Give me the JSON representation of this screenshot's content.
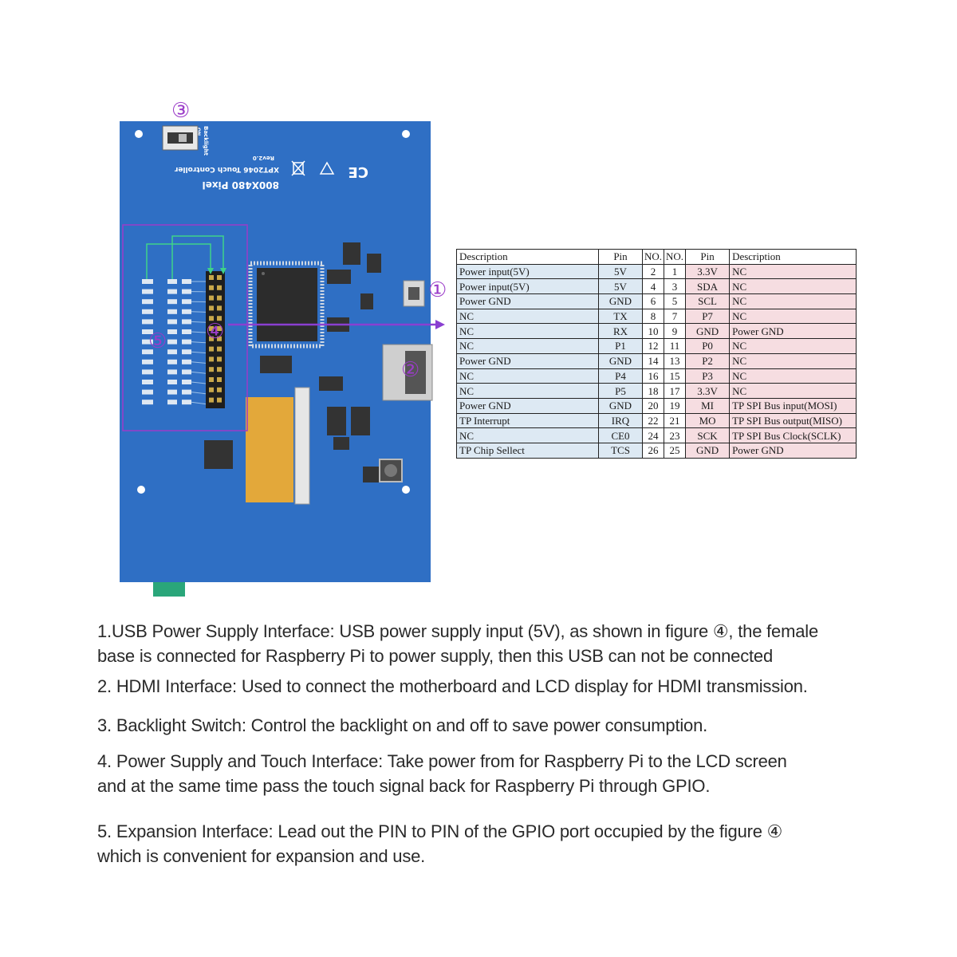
{
  "board": {
    "resolution_label": "800X480 Pixel",
    "controller_label": "XPT2046 Touch Controller",
    "rev_label": "Rev2.0",
    "switch_label": "Backlight",
    "switch_sublabel": "ON",
    "ce_mark": "CE"
  },
  "callouts": [
    "①",
    "②",
    "③",
    "④",
    "⑤"
  ],
  "colors": {
    "board": "#2f6fc4",
    "callout": "#9b3cc9",
    "arrow": "#8a3fd1",
    "guide": "#3fd38a",
    "table_left": "#dde9f3",
    "table_right": "#f6dde1"
  },
  "pin_table": {
    "headers": [
      "Description",
      "Pin",
      "NO.",
      "NO.",
      "Pin",
      "Description"
    ],
    "rows": [
      {
        "desc_l": "Power input(5V)",
        "pin_l": "5V",
        "no_l": "2",
        "no_r": "1",
        "pin_r": "3.3V",
        "desc_r": "NC"
      },
      {
        "desc_l": "Power input(5V)",
        "pin_l": "5V",
        "no_l": "4",
        "no_r": "3",
        "pin_r": "SDA",
        "desc_r": "NC"
      },
      {
        "desc_l": "Power GND",
        "pin_l": "GND",
        "no_l": "6",
        "no_r": "5",
        "pin_r": "SCL",
        "desc_r": "NC"
      },
      {
        "desc_l": "NC",
        "pin_l": "TX",
        "no_l": "8",
        "no_r": "7",
        "pin_r": "P7",
        "desc_r": "NC"
      },
      {
        "desc_l": "NC",
        "pin_l": "RX",
        "no_l": "10",
        "no_r": "9",
        "pin_r": "GND",
        "desc_r": "Power GND"
      },
      {
        "desc_l": "NC",
        "pin_l": "P1",
        "no_l": "12",
        "no_r": "11",
        "pin_r": "P0",
        "desc_r": "NC"
      },
      {
        "desc_l": "Power GND",
        "pin_l": "GND",
        "no_l": "14",
        "no_r": "13",
        "pin_r": "P2",
        "desc_r": "NC"
      },
      {
        "desc_l": "NC",
        "pin_l": "P4",
        "no_l": "16",
        "no_r": "15",
        "pin_r": "P3",
        "desc_r": "NC"
      },
      {
        "desc_l": "NC",
        "pin_l": "P5",
        "no_l": "18",
        "no_r": "17",
        "pin_r": "3.3V",
        "desc_r": "NC"
      },
      {
        "desc_l": "Power GND",
        "pin_l": "GND",
        "no_l": "20",
        "no_r": "19",
        "pin_r": "MI",
        "desc_r": "TP SPI Bus input(MOSI)"
      },
      {
        "desc_l": "TP Interrupt",
        "pin_l": "IRQ",
        "no_l": "22",
        "no_r": "21",
        "pin_r": "MO",
        "desc_r": "TP SPI Bus output(MISO)"
      },
      {
        "desc_l": "NC",
        "pin_l": "CE0",
        "no_l": "24",
        "no_r": "23",
        "pin_r": "SCK",
        "desc_r": "TP SPI Bus Clock(SCLK)"
      },
      {
        "desc_l": "TP Chip Sellect",
        "pin_l": "TCS",
        "no_l": "26",
        "no_r": "25",
        "pin_r": "GND",
        "desc_r": "Power GND"
      }
    ]
  },
  "notes": [
    {
      "lines": [
        "1.USB Power Supply Interface: USB power supply input (5V), as shown in figure ④, the female",
        "base is connected for Raspberry Pi to power supply, then this USB can not be connected"
      ]
    },
    {
      "lines": [
        "2. HDMI Interface: Used to connect the motherboard and LCD display for HDMI transmission."
      ]
    },
    {
      "lines": [
        "3. Backlight Switch: Control the backlight on and off to save power consumption."
      ]
    },
    {
      "lines": [
        "4. Power Supply and Touch Interface: Take power from for Raspberry Pi to the LCD screen",
        "and at the same time pass the touch signal back for Raspberry Pi through GPIO."
      ]
    },
    {
      "lines": [
        "5. Expansion Interface: Lead out the PIN to PIN of the GPIO port occupied by the figure ④",
        "which is convenient for expansion and use."
      ]
    }
  ]
}
